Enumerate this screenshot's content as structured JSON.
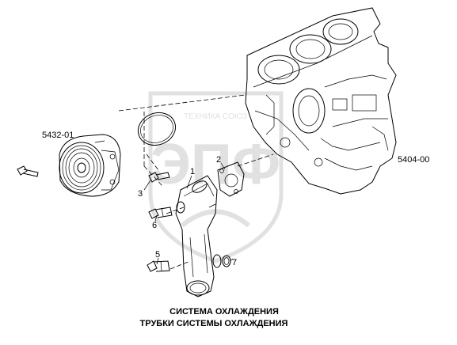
{
  "watermark": {
    "top_text": "ТЕХНИКА СОЮЗ",
    "big_text": "ЭПФ"
  },
  "assembly_refs": [
    {
      "id": "ref-5432",
      "text": "5432-01"
    },
    {
      "id": "ref-5404",
      "text": "5404-00"
    }
  ],
  "callouts": [
    {
      "id": "callout-1",
      "text": "1"
    },
    {
      "id": "callout-2",
      "text": "2"
    },
    {
      "id": "callout-3",
      "text": "3"
    },
    {
      "id": "callout-5",
      "text": "5"
    },
    {
      "id": "callout-6",
      "text": "6"
    },
    {
      "id": "callout-7",
      "text": "7"
    }
  ],
  "caption": {
    "line1": "СИСТЕМА ОХЛАЖДЕНИЯ",
    "line2": "ТРУБКИ СИСТЕМЫ ОХЛАЖДЕНИЯ"
  }
}
